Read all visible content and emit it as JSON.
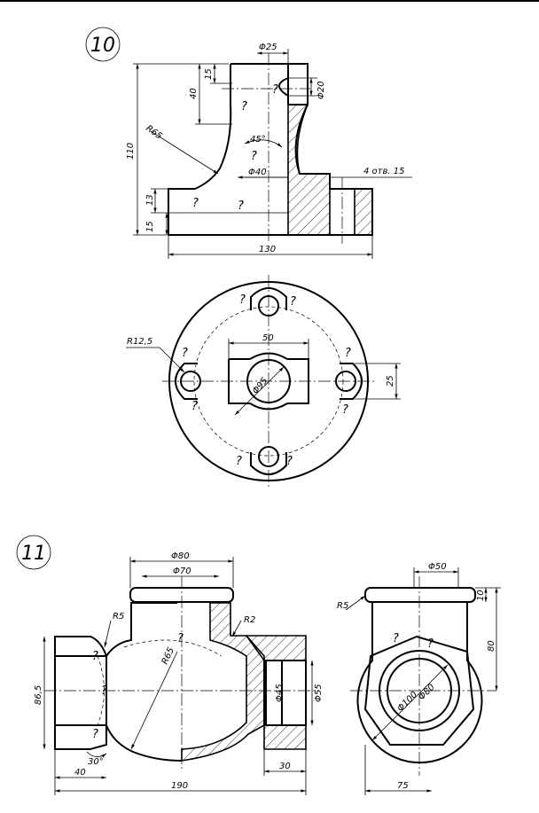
{
  "problems": [
    {
      "number": "10",
      "dims": {
        "d25": "Φ25",
        "d20": "Φ20",
        "h15top": "15",
        "h40": "40",
        "h110": "110",
        "r65": "R65",
        "a45": "45°",
        "d40": "Φ40",
        "holes": "4 отв. 15",
        "h13": "13",
        "h15bot": "15",
        "w130": "130",
        "w50": "50",
        "r125": "R12,5",
        "d95": "Φ95",
        "h25": "25"
      }
    },
    {
      "number": "11",
      "dims": {
        "d80": "Φ80",
        "d70": "Φ70",
        "r5": "R5",
        "r2": "R2",
        "r65": "R65",
        "d45": "Φ45",
        "d55": "Φ55",
        "h865": "86,5",
        "a30": "30°",
        "w40": "40",
        "w190": "190",
        "w30": "30",
        "d50": "Φ50",
        "r5b": "R5",
        "h10": "10",
        "h80": "80",
        "d100": "Φ100",
        "d80b": "Φ80",
        "w75": "75"
      }
    }
  ],
  "unknown_mark": "?"
}
